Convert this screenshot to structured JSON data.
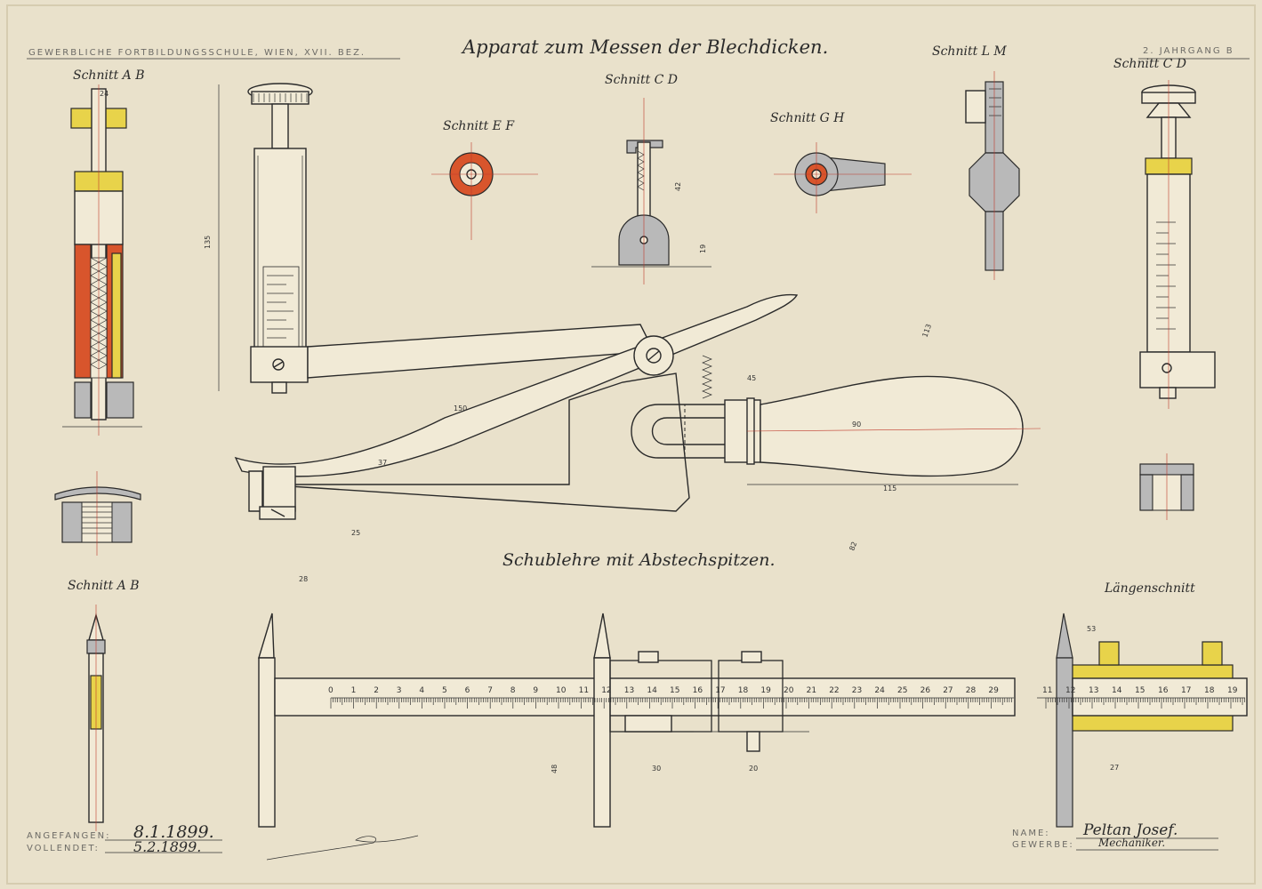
{
  "header": {
    "school": "GEWERBLICHE FORTBILDUNGSSCHULE, WIEN, XVII. BEZ.",
    "title": "Apparat zum Messen der Blechdicken.",
    "year": "2. JAHRGANG B"
  },
  "sections": {
    "top_left": "Schnitt A B",
    "ef": "Schnitt E F",
    "cd_mid": "Schnitt C D",
    "gh": "Schnitt G H",
    "lm": "Schnitt L M",
    "top_right": "Schnitt C D",
    "bottom_left": "Schnitt A B",
    "longitudinal": "Längenschnitt",
    "subtitle": "Schublehre mit Abstechspitzen."
  },
  "ruler": {
    "ticks": [
      "0",
      "1",
      "2",
      "3",
      "4",
      "5",
      "6",
      "7",
      "8",
      "9",
      "10",
      "11",
      "12",
      "13",
      "14",
      "15",
      "16",
      "17",
      "18",
      "19",
      "20",
      "21",
      "22",
      "23",
      "24",
      "25",
      "26",
      "27",
      "28",
      "29"
    ],
    "detail_ticks": [
      "11",
      "12",
      "13",
      "14",
      "15",
      "16",
      "17",
      "18",
      "19"
    ]
  },
  "footer": {
    "started_label": "ANGEFANGEN:",
    "started_value": "8.1.1899.",
    "finished_label": "VOLLENDET:",
    "finished_value": "5.2.1899.",
    "name_label": "NAME:",
    "name_value": "Peltan Josef.",
    "trade_label": "GEWERBE:",
    "trade_value": "Mechaniker."
  },
  "dimensions": {
    "d135": "135",
    "d150": "150",
    "d115": "115",
    "d113": "113",
    "d82": "82",
    "d90": "90",
    "d45": "45",
    "d37": "37",
    "d28": "28",
    "d25": "25",
    "d48": "48",
    "d30": "30",
    "d20": "20",
    "d24": "24",
    "d53": "53",
    "d27": "27",
    "d42": "42",
    "d19": "19"
  },
  "colors": {
    "paper": "#e9e1cb",
    "ink": "#2a2a2a",
    "steel": "#b9b9b9",
    "brass": "#e8d34a",
    "section_red": "#d8552c",
    "dim_red": "#c0392b"
  }
}
